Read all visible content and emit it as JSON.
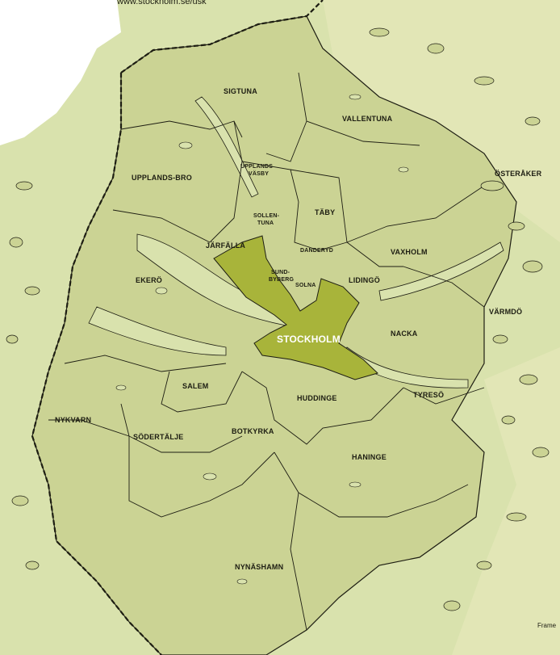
{
  "source": "www.stockholm.se/usk",
  "footer": "Frame",
  "colors": {
    "water": "#d9e2ad",
    "land": "#cbd394",
    "stockholm": "#a8b43a",
    "outer_land": "#e4e7bb",
    "border": "#1d1d12"
  },
  "municipalities": {
    "sigtuna": "SIGTUNA",
    "vallentuna": "VALLENTUNA",
    "upplands_bro": "UPPLANDS-BRO",
    "upplands_vasby_1": "UPPLANDS",
    "upplands_vasby_2": "VÄSBY",
    "osteraker": "ÖSTERÅKER",
    "taby": "TÄBY",
    "sollentuna_1": "SOLLEN-",
    "sollentuna_2": "TUNA",
    "jarfalla": "JÄRFÄLLA",
    "danderyd": "DANDERYD",
    "vaxholm": "VAXHOLM",
    "ekero": "EKERÖ",
    "sundbyberg_1": "SUND-",
    "sundbyberg_2": "BYBERG",
    "solna": "SOLNA",
    "lidingo": "LIDINGÖ",
    "varmdo": "VÄRMDÖ",
    "stockholm": "STOCKHOLM",
    "nacka": "NACKA",
    "salem": "SALEM",
    "huddinge": "HUDDINGE",
    "tyreso": "TYRESÖ",
    "nykvarn": "NYKVARN",
    "sodertalje": "SÖDERTÄLJE",
    "botkyrka": "BOTKYRKA",
    "haninge": "HANINGE",
    "nynashamn": "NYNÄSHAMN"
  }
}
